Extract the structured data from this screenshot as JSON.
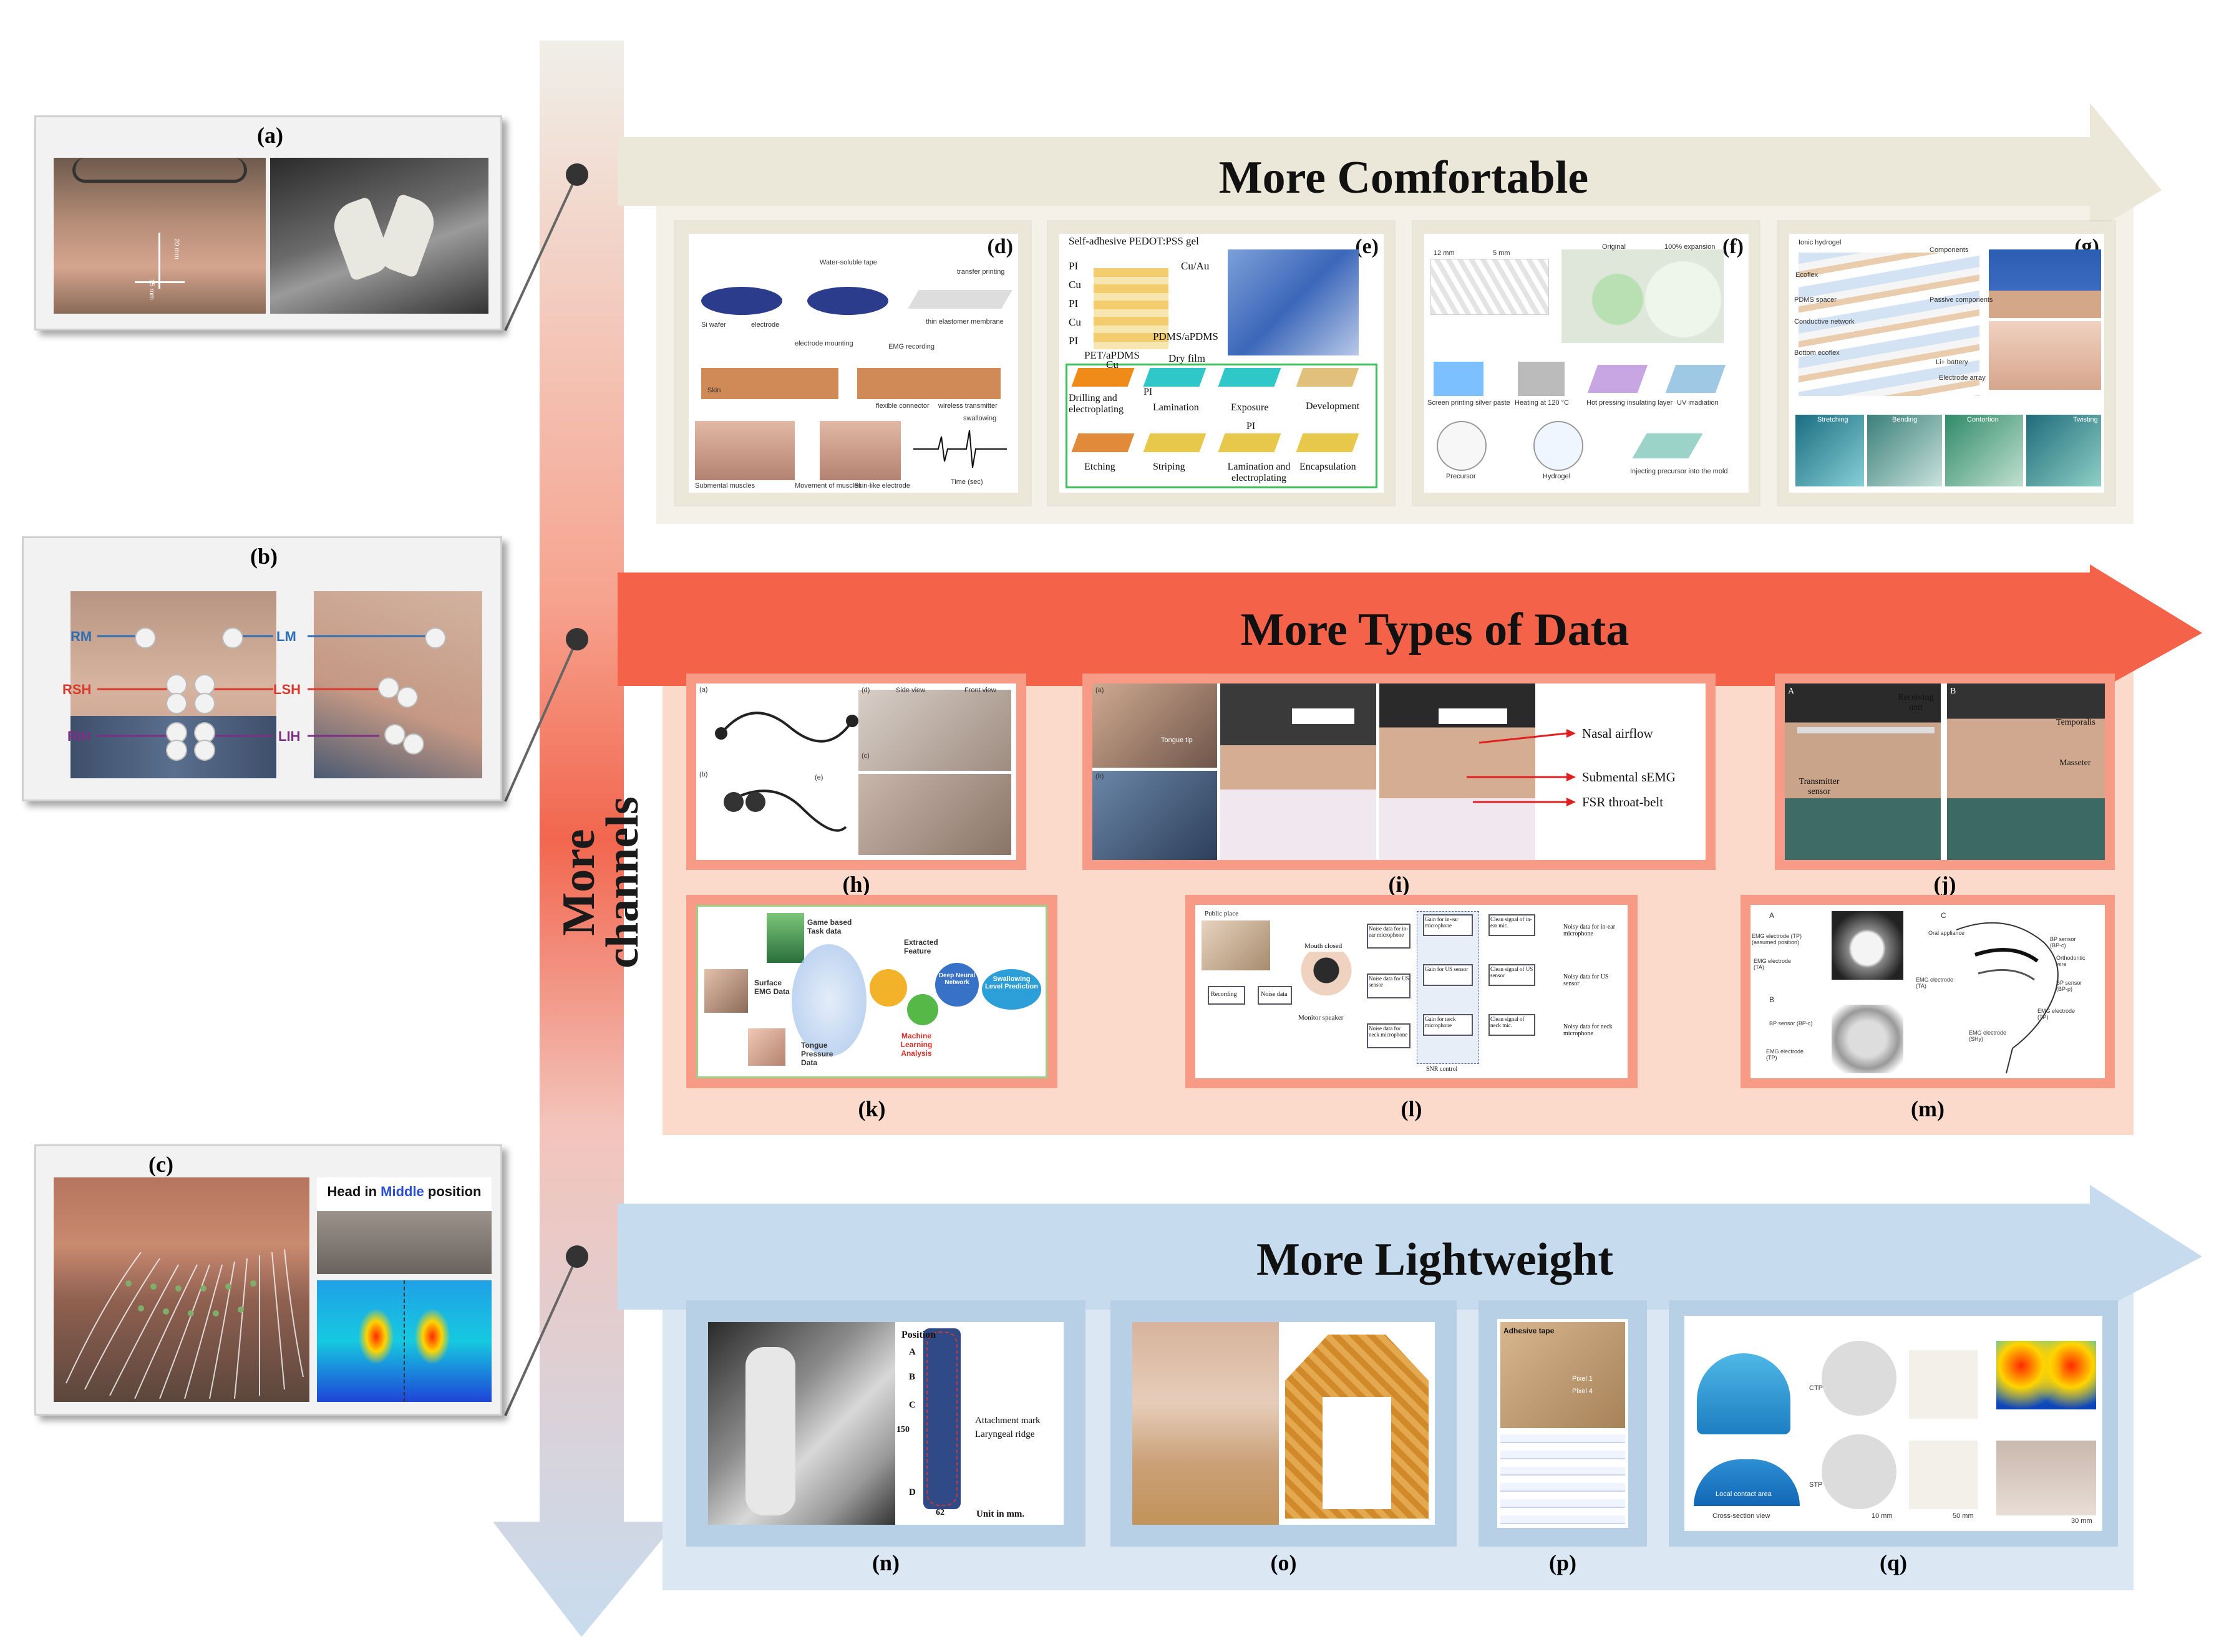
{
  "vertical_axis_label": "More channels",
  "rows": [
    {
      "title": "More Comfortable"
    },
    {
      "title": "More Types of Data"
    },
    {
      "title": "More Lightweight"
    }
  ],
  "left_panels": {
    "a": {
      "label": "(a)",
      "dim1": "20 mm",
      "dim2": "15 mm"
    },
    "b": {
      "label": "(b)",
      "tags": [
        "RM",
        "RSH",
        "RIH",
        "LM",
        "LSH",
        "LIH"
      ]
    },
    "c": {
      "label": "(c)",
      "caption_pre": "Head in ",
      "caption_em": "Middle",
      "caption_post": " position"
    }
  },
  "panels": {
    "d": {
      "label": "(d)",
      "texts": [
        "Water-soluble tape",
        "transfer printing",
        "Si wafer",
        "electrode",
        "thin elastomer membrane",
        "electrode mounting",
        "EMG recording",
        "Skin",
        "flexible connector",
        "wireless transmitter",
        "swallowing",
        "Submental muscles",
        "Movement of muscles",
        "Skin-like electrode",
        "Time (sec)"
      ]
    },
    "e": {
      "label": "(e)",
      "texts": [
        "Self-adhesive PEDOT:PSS gel",
        "PI",
        "Cu",
        "PI",
        "Cu",
        "PI",
        "Cu/Au",
        "PDMS/aPDMS",
        "PET/aPDMS",
        "Cu",
        "Dry film",
        "Drilling and electroplating",
        "PI",
        "Lamination",
        "Exposure",
        "Development",
        "Etching",
        "Striping",
        "PI",
        "Lamination and electroplating",
        "Encapsulation"
      ]
    },
    "f": {
      "label": "(f)",
      "texts": [
        "12 mm",
        "5 mm",
        "Original",
        "100% expansion",
        "Screen printing silver paste",
        "Heating at 120 °C",
        "Hot pressing insulating layer",
        "UV irradiation",
        "Precursor",
        "Hydrogel",
        "Injecting precursor into the mold"
      ]
    },
    "g": {
      "label": "(g)",
      "texts": [
        "Ionic hydrogel",
        "Ecoflex",
        "Components",
        "PDMS spacer",
        "Passive components",
        "Conductive network",
        "Bottom ecoflex",
        "Li+ battery",
        "Electrode array",
        "Stretching",
        "Bending",
        "Contortion",
        "Twisting"
      ]
    },
    "h": {
      "label": "(h)",
      "texts": [
        "(a)",
        "(b)",
        "(c)",
        "(d)",
        "(e)",
        "Side view",
        "Front view"
      ]
    },
    "i": {
      "label": "(i)",
      "texts": [
        "(a)",
        "(b)",
        "Tongue tip",
        "Nasal airflow",
        "Submental sEMG",
        "FSR throat-belt"
      ]
    },
    "j": {
      "label": "(j)",
      "texts": [
        "A",
        "B",
        "Receiving unit",
        "Transmitter sensor",
        "Temporalis",
        "Masseter"
      ]
    },
    "k": {
      "label": "(k)",
      "texts": [
        "Game based Task data",
        "Surface EMG Data",
        "Tongue Pressure Data",
        "Extracted Feature",
        "Deep Neural Network",
        "Machine Learning Analysis",
        "Swallowing Level Prediction"
      ]
    },
    "l": {
      "label": "(l)",
      "texts": [
        "Public place",
        "Mouth closed",
        "Recording",
        "Noise data",
        "Monitor speaker",
        "Noise data for in-ear microphone",
        "Noise data for US sensor",
        "Noise data for neck microphone",
        "Gain for in-ear microphone",
        "Gain for US sensor",
        "Gain for neck microphone",
        "Clean signal of in-ear mic.",
        "Clean signal of US sensor",
        "Clean signal of neck mic.",
        "Noisy data for in-ear microphone",
        "Noisy data for US sensor",
        "Noisy data for neck microphone",
        "SNR control"
      ]
    },
    "m": {
      "label": "(m)",
      "texts": [
        "A",
        "B",
        "C",
        "EMG electrode (TP) (assumed position)",
        "EMG electrode (TA)",
        "BP sensor (BP-c)",
        "EMG electrode (TP)",
        "Oral appliance",
        "BP sensor (BP-c)",
        "Orthodontic wire",
        "EMG electrode (TA)",
        "BP sensor (BP-p)",
        "EMG electrode (TP)",
        "EMG electrode (SHy)"
      ]
    },
    "n": {
      "label": "(n)",
      "position_label": "Position",
      "positions": [
        "A",
        "B",
        "C",
        "D"
      ],
      "dim_v": "150",
      "dim_h": "62",
      "mark1": "Attachment mark",
      "mark2": "Laryngeal ridge",
      "unit": "Unit in mm."
    },
    "o": {
      "label": "(o)"
    },
    "p": {
      "label": "(p)",
      "texts": [
        "Adhesive tape",
        "Pixel 1",
        "Pixel 4"
      ]
    },
    "q": {
      "label": "(q)",
      "texts": [
        "CTP",
        "STP",
        "Local contact area",
        "Cross-section view",
        "10 mm",
        "50 mm",
        "30 mm"
      ]
    }
  },
  "colors": {
    "row1_arrow": "#ebe7d9",
    "row1_bg": "#f3f1e8",
    "row2_arrow": "#f4624a",
    "row2_bg": "#fbd9c9",
    "row3_arrow": "#c6dbed",
    "row3_bg": "#dbe8f4",
    "frame_orange": "#f79a86",
    "frame_blue": "#b8d0e6"
  }
}
